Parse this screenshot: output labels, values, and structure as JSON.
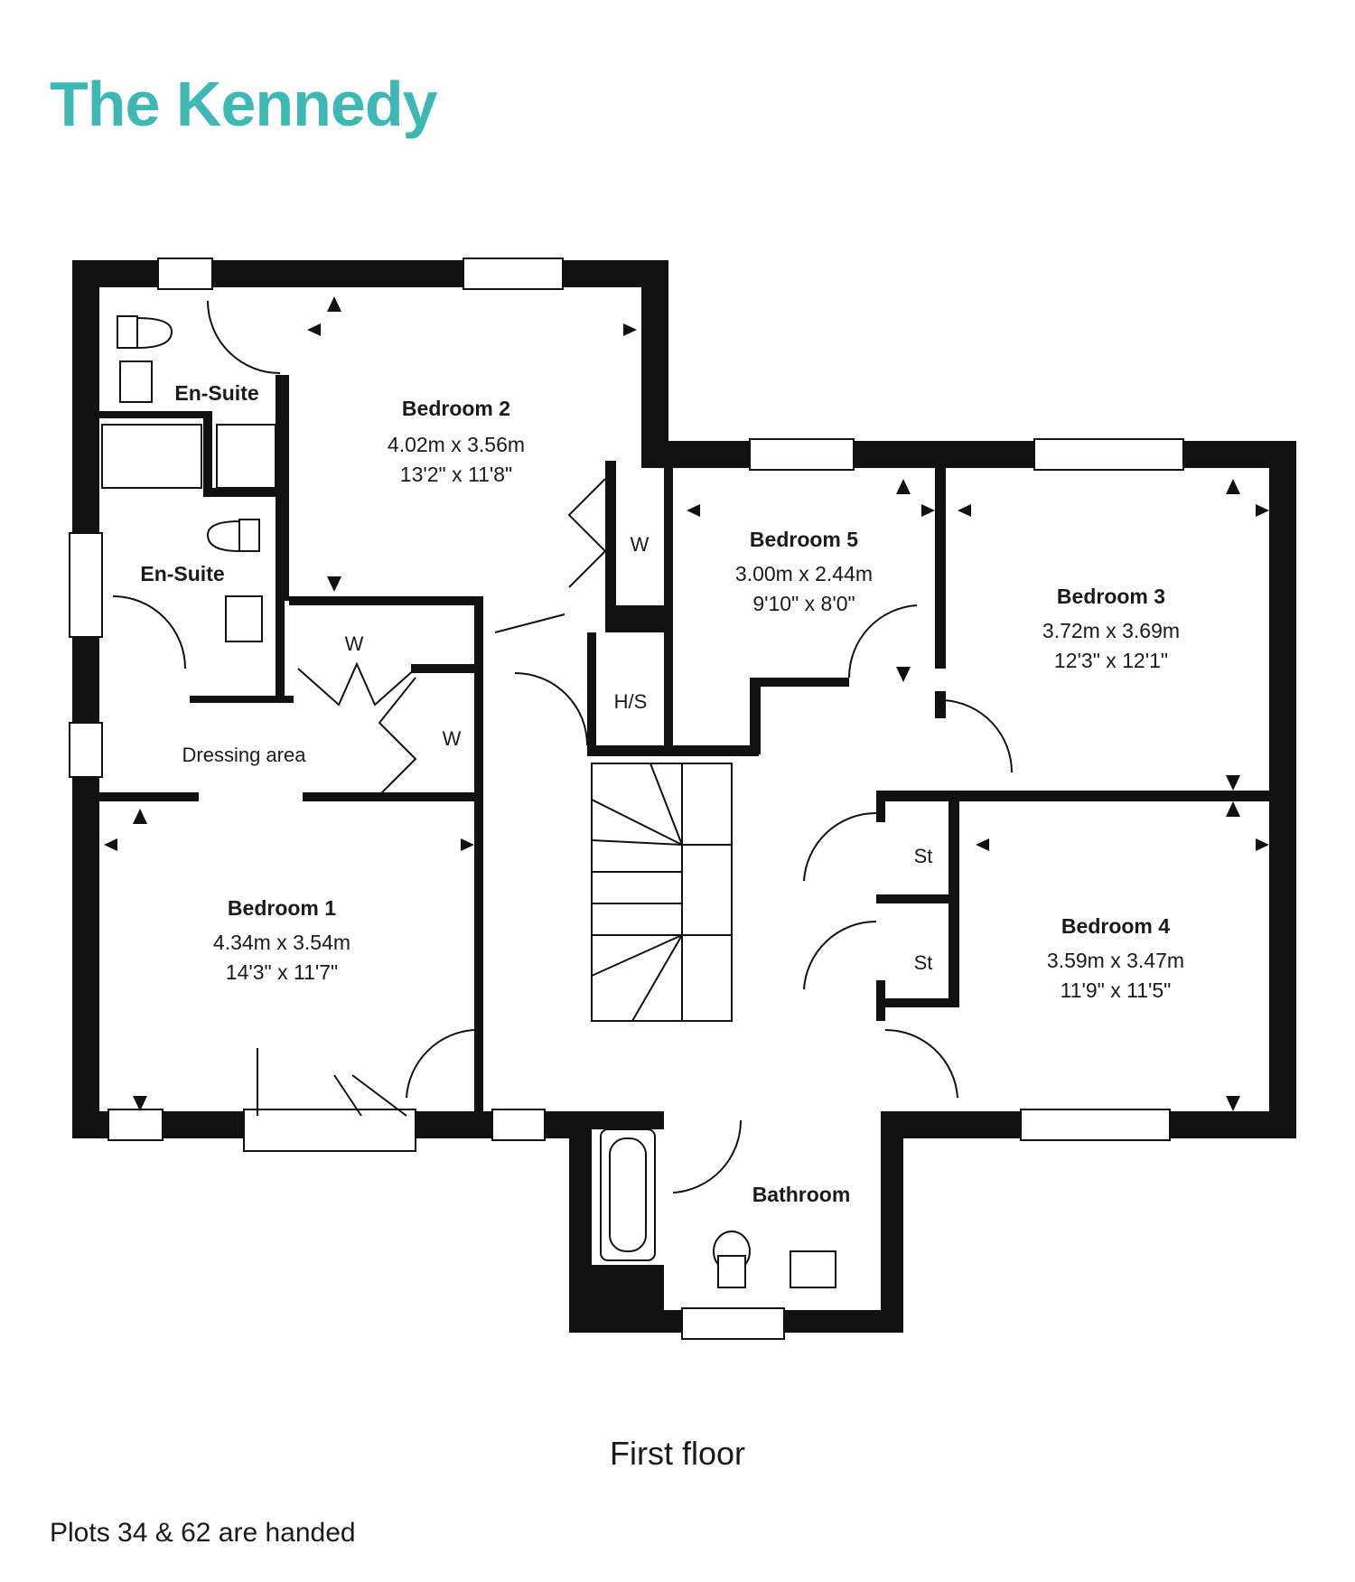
{
  "title": "The Kennedy",
  "floor_label": "First floor",
  "note": "Plots 34 & 62 are handed",
  "colors": {
    "accent": "#3db8b4",
    "wall": "#111111",
    "text": "#1a1a1a"
  },
  "rooms": {
    "bedroom2": {
      "name": "Bedroom 2",
      "metric": "4.02m x 3.56m",
      "imperial": "13'2\" x 11'8\""
    },
    "bedroom5": {
      "name": "Bedroom 5",
      "metric": "3.00m x 2.44m",
      "imperial": "9'10\" x 8'0\""
    },
    "bedroom3": {
      "name": "Bedroom 3",
      "metric": "3.72m x 3.69m",
      "imperial": "12'3\" x 12'1\""
    },
    "bedroom1": {
      "name": "Bedroom 1",
      "metric": "4.34m x 3.54m",
      "imperial": "14'3\" x 11'7\""
    },
    "bedroom4": {
      "name": "Bedroom 4",
      "metric": "3.59m x 3.47m",
      "imperial": "11'9\" x 11'5\""
    },
    "ensuite_top": {
      "name": "En-Suite"
    },
    "ensuite_mid": {
      "name": "En-Suite"
    },
    "bathroom": {
      "name": "Bathroom"
    },
    "dressing": {
      "name": "Dressing area"
    },
    "hs": {
      "name": "H/S"
    },
    "wardrobe_b2": {
      "name": "W"
    },
    "wardrobe_d1": {
      "name": "W"
    },
    "wardrobe_d2": {
      "name": "W"
    },
    "store1": {
      "name": "St"
    },
    "store2": {
      "name": "St"
    }
  }
}
